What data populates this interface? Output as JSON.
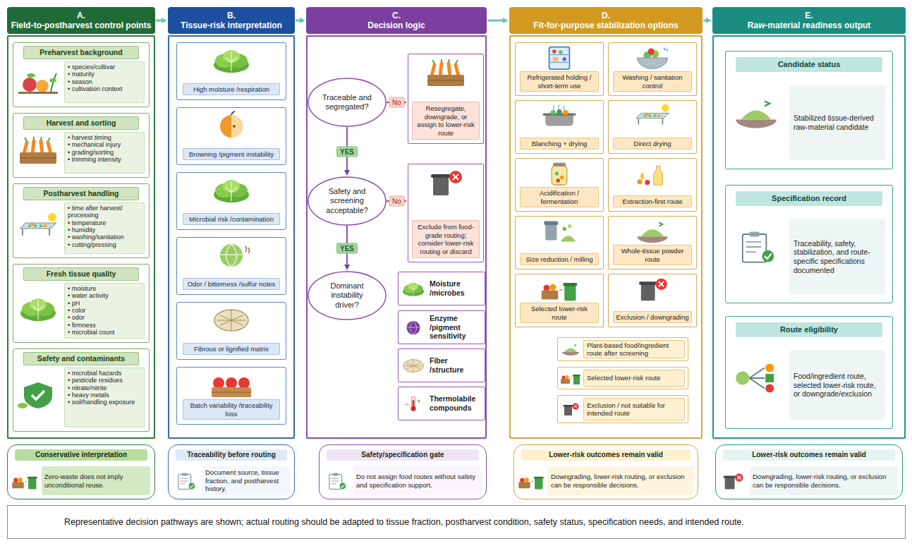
{
  "diagram": {
    "nodes": [
      {
        "text": [
          "A.",
          "Field-to-postharvest control points"
        ]
      },
      {
        "text": [
          "Preharvest background",
          "• species/cultivar",
          "• maturity",
          "• season",
          "• cultivation context"
        ],
        "in": 0
      },
      {
        "text": [
          "Harvest and sorting",
          "• harvest timing",
          "• mechanical injury",
          "• grading/sorting",
          "• trimming intensity"
        ],
        "in": 0
      },
      {
        "text": [
          "Postharvest handling",
          "• time after harvest/ processing",
          "• temperature",
          "• humidity",
          "• washing/sanitation",
          "• cutting/pressing"
        ],
        "in": 0
      },
      {
        "text": [
          "Fresh tissue quality",
          "• moisture",
          "• water activity",
          "• pH",
          "• color",
          "• odor",
          "• firmness",
          "• microbial count"
        ],
        "in": 0
      },
      {
        "text": [
          "Safety and contaminants",
          "• microbial hazards",
          "• pesticide residues",
          "• nitrate/nitrite",
          "• heavy metals",
          "• soil/handling exposure"
        ],
        "in": 0
      },
      {
        "text": [
          "B.",
          "Tissue-risk interpretation"
        ]
      },
      {
        "text": [
          "High moisture /respiration"
        ],
        "in": 6
      },
      {
        "text": [
          "Browning /pigment instability"
        ],
        "in": 6
      },
      {
        "text": [
          "Microbial risk /contamination"
        ],
        "in": 6
      },
      {
        "text": [
          "Odor / bitterness /sulfur notes"
        ],
        "in": 6
      },
      {
        "text": [
          "Fibrous or lignified matrix"
        ],
        "in": 6
      },
      {
        "text": [
          "Batch variability /traceability loss"
        ],
        "in": 6
      },
      {
        "text": [
          "C.",
          "Decision logic"
        ]
      },
      {
        "text": [
          "Traceable and segregated?"
        ],
        "in": 13
      },
      {
        "text": [
          "Resegregate, downgrade, or assign to lower-risk route"
        ],
        "in": 13
      },
      {
        "text": [
          "Safety and screening acceptable?"
        ],
        "in": 13
      },
      {
        "text": [
          "Exclude from food-grade routing; consider lower-risk routing or discard"
        ],
        "in": 13
      },
      {
        "text": [
          "Dominant instability driver?"
        ],
        "in": 13
      },
      {
        "text": [
          "Moisture /microbes"
        ],
        "in": 13
      },
      {
        "text": [
          "Enzyme /pigment sensitivity"
        ],
        "in": 13
      },
      {
        "text": [
          "Fiber /structure"
        ],
        "in": 13
      },
      {
        "text": [
          "Thermolabile compounds"
        ],
        "in": 13
      },
      {
        "text": [
          "D.",
          "Fit-for-purpose stabilization options"
        ]
      },
      {
        "text": [
          "Refrigerated holding / short-term use"
        ],
        "in": 23
      },
      {
        "text": [
          "Washing / sanitation control"
        ],
        "in": 23
      },
      {
        "text": [
          "Blanching + drying"
        ],
        "in": 23
      },
      {
        "text": [
          "Direct drying"
        ],
        "in": 23
      },
      {
        "text": [
          "Acidification / fermentation"
        ],
        "in": 23
      },
      {
        "text": [
          "Extraction-first route"
        ],
        "in": 23
      },
      {
        "text": [
          "Size reduction / milling"
        ],
        "in": 23
      },
      {
        "text": [
          "Whole-tissue powder route"
        ],
        "in": 23
      },
      {
        "text": [
          "Selected lower-risk route"
        ],
        "in": 23
      },
      {
        "text": [
          "Exclusion / downgrading"
        ],
        "in": 23
      },
      {
        "text": [
          "Plant-based food/ingredient route after screening"
        ],
        "in": 23
      },
      {
        "text": [
          "Selected lower-risk route"
        ],
        "in": 23
      },
      {
        "text": [
          "Exclusion / not suitable for intended route"
        ],
        "in": 23
      },
      {
        "text": [
          "E.",
          "Raw-material readiness output"
        ]
      },
      {
        "text": [
          "Candidate status",
          "Stabilized tissue-derived raw-material candidate"
        ],
        "in": 37
      },
      {
        "text": [
          "Specification record",
          "Traceability, safety, stabilization, and route-specific specifications documented"
        ],
        "in": 37
      },
      {
        "text": [
          "Route eligibility",
          "Food/ingredient route, selected lower-risk route, or downgrade/exclusion"
        ],
        "in": 37
      },
      {
        "text": [
          "Conservative interpretation",
          "Zero-waste does not imply unconditional reuse."
        ]
      },
      {
        "text": [
          "Traceability before routing",
          "Document source, tissue fraction, and postharvest history."
        ]
      },
      {
        "text": [
          "Safety/specification gate",
          "Do not assign food routes without safety and specification support."
        ]
      },
      {
        "text": [
          "Lower-risk outcomes remain valid",
          "Downgrading, lower-risk routing, or exclusion can be responsible decisions."
        ]
      },
      {
        "text": [
          "Lower-risk outcomes remain valid",
          "Downgrading, lower-risk routing, or exclusion can be responsible decisions."
        ]
      },
      {
        "text": [
          "Representative decision pathways are shown; actual routing should be adapted to tissue fraction, postharvest condition, safety status, specification needs, and intended route."
        ]
      }
    ],
    "edges": [
      {
        "from": 0,
        "to": 6,
        "arrow": "to"
      },
      {
        "from": 6,
        "to": 13,
        "arrow": "to"
      },
      {
        "from": 13,
        "to": 23,
        "arrow": "to"
      },
      {
        "from": 23,
        "to": 37,
        "arrow": "to"
      },
      {
        "from": 14,
        "to": 15,
        "label": "No",
        "arrow": "to"
      },
      {
        "from": 14,
        "to": 16,
        "label": "YES",
        "arrow": "to"
      },
      {
        "from": 16,
        "to": 17,
        "label": "No",
        "arrow": "to"
      },
      {
        "from": 16,
        "to": 18,
        "label": "YES",
        "arrow": "to"
      }
    ]
  }
}
